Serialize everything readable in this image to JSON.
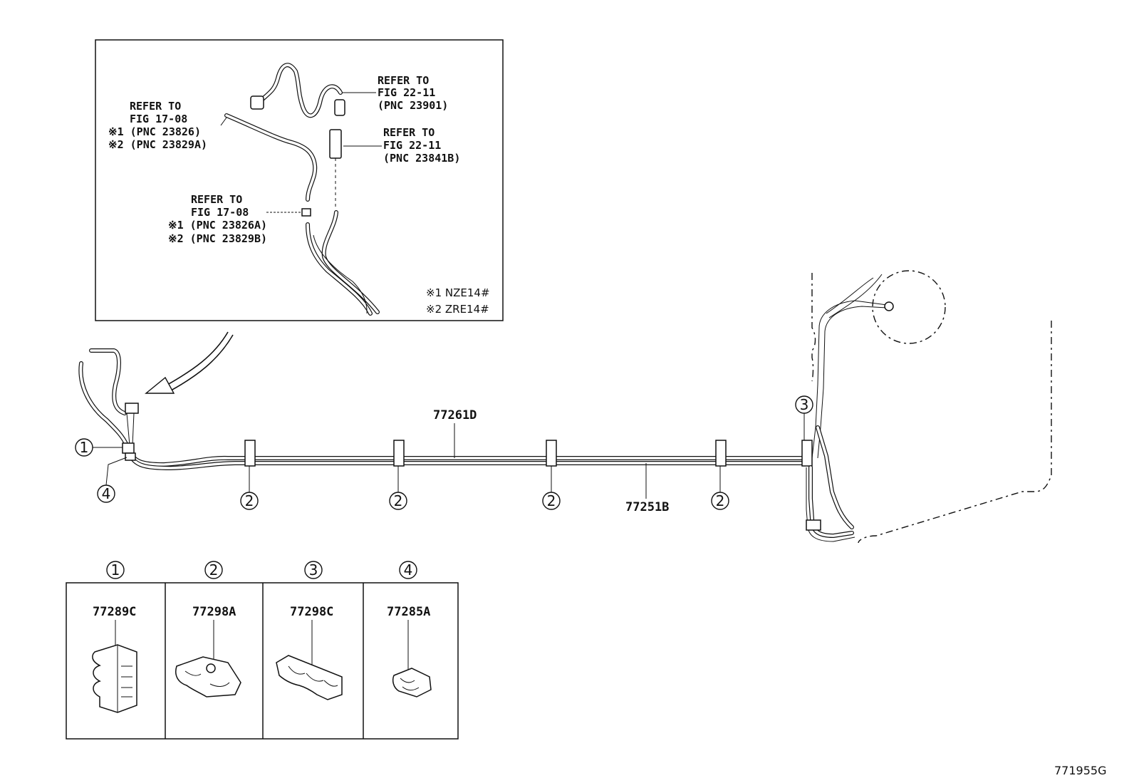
{
  "inset": {
    "refs": [
      {
        "line1": "REFER TO",
        "line2": "FIG 22-11",
        "line3": "(PNC 23901)"
      },
      {
        "line1": "REFER TO",
        "line2": "FIG 17-08",
        "line3": "※1 (PNC 23826)",
        "line4": "※2 (PNC 23829A)"
      },
      {
        "line1": "REFER TO",
        "line2": "FIG 22-11",
        "line3": "(PNC 23841B)"
      },
      {
        "line1": "REFER TO",
        "line2": "FIG 17-08",
        "line3": "※1 (PNC 23826A)",
        "line4": "※2 (PNC 23829B)"
      }
    ],
    "notes": [
      "※1 NZE14#",
      "※2 ZRE14#"
    ]
  },
  "main": {
    "part_upper": "77261D",
    "part_lower": "77251B",
    "callouts": [
      "1",
      "2",
      "3",
      "4"
    ]
  },
  "table": {
    "headers": [
      "1",
      "2",
      "3",
      "4"
    ],
    "parts": [
      "77289C",
      "77298A",
      "77298C",
      "77285A"
    ]
  },
  "figure_id": "771955G"
}
